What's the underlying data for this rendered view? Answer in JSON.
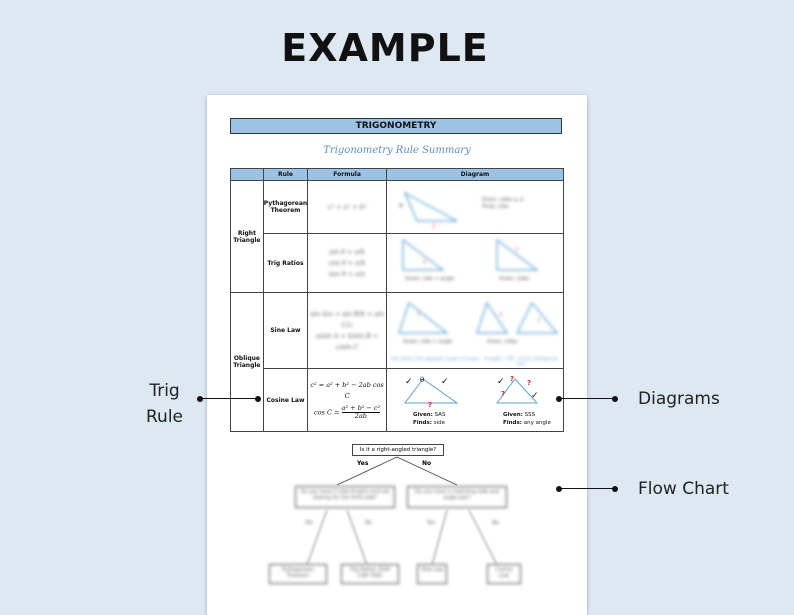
{
  "headline": "EXAMPLE",
  "document": {
    "title": "TRIGONOMETRY",
    "subtitle": "Trigonometry Rule Summary",
    "headers": {
      "group": "",
      "rule": "Rule",
      "formula": "Formula",
      "diagram": "Diagram"
    },
    "groups": {
      "right": "Right Triangle",
      "oblique": "Oblique Triangle"
    },
    "rules": {
      "pythagorean": "Pythagorean Theorem",
      "trig": "Trig Ratios",
      "sine": "Sine Law",
      "cosine": "Cosine Law"
    },
    "blurred": {
      "pyth_formula": "c² = a² + b²",
      "pyth_note_a": "Given: sides a, b",
      "pyth_note_b": "Finds: side",
      "trig_note_a": "Given: side + angle",
      "trig_note_b": "Given: sides",
      "sine_note_a": "Given: side + angle",
      "sine_note_b": "Given: sides",
      "sine_foot_a": "Use when side opposite angle is known",
      "sine_foot_b": "If angle < 90°, check ambiguous case"
    },
    "cosine": {
      "formula1": "c² = a² + b² − 2ab cos C",
      "formula2_lhs": "cos C =",
      "formula2_num": "a² + b² − c²",
      "formula2_den": "2ab",
      "sas_given_label": "Given:",
      "sas_given_value": "SAS",
      "sas_finds_label": "Finds:",
      "sas_finds_value": "side",
      "sss_given_label": "Given:",
      "sss_given_value": "SSS",
      "sss_finds_label": "Finds:",
      "sss_finds_value": "any angle",
      "theta": "θ",
      "check": "✓",
      "question": "?"
    },
    "flowchart": {
      "question": "Is it a right-angled triangle?",
      "yes": "Yes",
      "no": "No",
      "left_q": "Do you have 2 side lengths and are looking for the third side?",
      "right_q": "Do you have a matching side and angle pair?",
      "y2": "Yes",
      "n2": "No",
      "y3": "Yes",
      "n3": "No",
      "leaf1": "Pythagorean Theorem",
      "leaf2": "Trig Ratios (SOH CAH TOA)",
      "leaf3": "Sine Law",
      "leaf4": "Cosine Law"
    }
  },
  "callouts": {
    "trig_rule_line1": "Trig",
    "trig_rule_line2": "Rule",
    "diagrams": "Diagrams",
    "flow_chart": "Flow Chart"
  },
  "colors": {
    "background": "#dde8f3",
    "header_fill": "#9cc3e6",
    "subtitle": "#5b8fc7",
    "triangle": "#5ba3d9",
    "mark": "#d62828"
  }
}
